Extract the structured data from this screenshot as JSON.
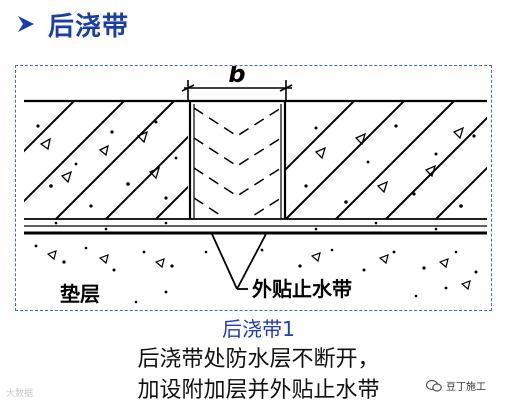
{
  "title": {
    "text": "后浇带"
  },
  "diagram": {
    "width_label": "b",
    "cushion_label": "垫层",
    "waterstop_label": "外贴止水带"
  },
  "caption": {
    "title": "后浇带1",
    "line1": "后浇带处防水层不断开，",
    "line2": "加设附加层并外贴止水带"
  },
  "watermarks": {
    "left": "大数据",
    "right": "豆丁施工"
  },
  "colors": {
    "title": "#1a3ea8",
    "caption_title": "#1f3fb0",
    "frame": "#3f6fb8",
    "line": "#000000"
  }
}
